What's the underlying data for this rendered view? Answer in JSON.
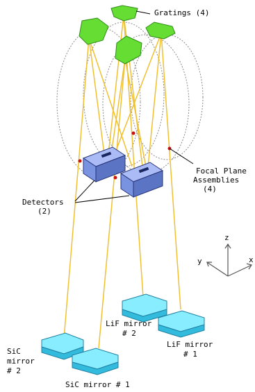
{
  "labels": {
    "gratings": "Gratings (4)",
    "focal_plane_line1": "Focal Plane",
    "focal_plane_line2": "Assemblies",
    "focal_plane_line3": "(4)",
    "detectors_line1": "Detectors",
    "detectors_line2": "(2)",
    "lif2_line1": "LiF mirror",
    "lif2_line2": "# 2",
    "lif1_line1": "LiF mirror",
    "lif1_line2": "# 1",
    "sic2_line1": "SiC",
    "sic2_line2": "mirror",
    "sic2_line3": "# 2",
    "sic1": "SiC mirror # 1",
    "axis_z": "z",
    "axis_y": "y",
    "axis_x": "x"
  },
  "colors": {
    "grating_fill": "#66dd33",
    "grating_stroke": "#2e8a16",
    "mirror_top": "#88eeff",
    "mirror_side": "#33bbdd",
    "mirror_stroke": "#1f7fa0",
    "detector_front": "#7a93e0",
    "detector_top": "#aabbf5",
    "detector_side": "#5c74c4",
    "detector_stroke": "#27357a",
    "beam": "#f0c030",
    "rowland_circle": "#888888",
    "focal_point": "#cc1111"
  }
}
